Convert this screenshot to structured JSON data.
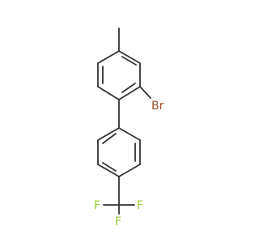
{
  "molecule": {
    "atoms": [
      {
        "id": "br",
        "label": "Br",
        "color": "#a0522d"
      },
      {
        "id": "f1",
        "label": "F",
        "color": "#9acd32"
      },
      {
        "id": "f2",
        "label": "F",
        "color": "#9acd32"
      },
      {
        "id": "f3",
        "label": "F",
        "color": "#9acd32"
      }
    ],
    "bond_color": "#333333"
  }
}
